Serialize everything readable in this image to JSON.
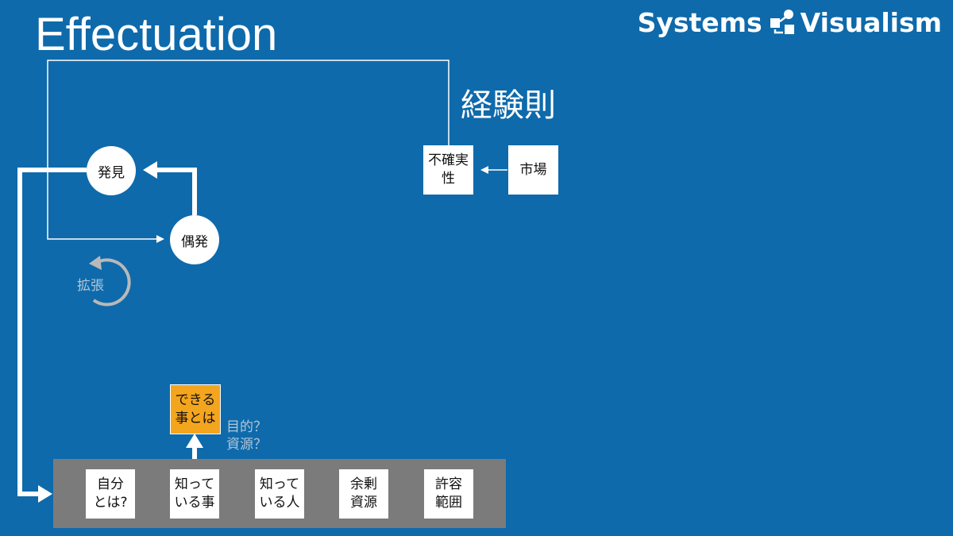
{
  "title": "Effectuation",
  "brand": {
    "left": "Systems",
    "right": "Visualism",
    "logo_icon": "systems-visualism-logo-icon"
  },
  "heuristic_label": "経験則",
  "nodes": {
    "discovery": "発見",
    "contingency": "偶発",
    "uncertainty": "不確実\n性",
    "market": "市場",
    "what_can_do": "できる\n事とは"
  },
  "loop": {
    "label": "拡張",
    "icon": "counterclockwise-loop-arrow-icon"
  },
  "note": "目的？\n資源？",
  "resources": [
    "自分\nとは?",
    "知って\nいる事",
    "知って\nいる人",
    "余剰\n資源",
    "許容\n範囲"
  ],
  "colors": {
    "background": "#0E6AAB",
    "tray": "#7B7B7B",
    "highlight": "#F4A51E",
    "muted_text": "#B3C7D8"
  }
}
